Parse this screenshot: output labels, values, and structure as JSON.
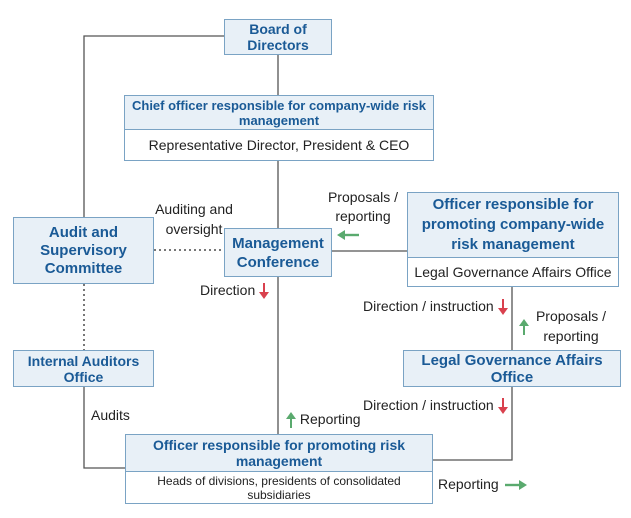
{
  "nodes": {
    "board": "Board of Directors",
    "chief_officer": "Chief officer responsible for company-wide risk management",
    "chief_officer_sub": "Representative Director, President & CEO",
    "audit_committee": "Audit and Supervisory Committee",
    "management_conference": "Management Conference",
    "promoting_officer": "Officer responsible for promoting company-wide risk management",
    "promoting_officer_sub": "Legal Governance Affairs Office",
    "internal_auditors": "Internal Auditors Office",
    "legal_office": "Legal Governance Affairs Office",
    "risk_officer": "Officer responsible for promoting risk management",
    "risk_officer_sub": "Heads of divisions, presidents of consolidated subsidiaries"
  },
  "labels": {
    "auditing_oversight": "Auditing and oversight",
    "proposals_reporting_1": "Proposals / reporting",
    "direction_1": "Direction",
    "direction_instruction_1": "Direction / instruction",
    "proposals_reporting_2": "Proposals / reporting",
    "audits": "Audits",
    "direction_instruction_2": "Direction / instruction",
    "reporting_1": "Reporting",
    "reporting_2": "Reporting"
  },
  "colors": {
    "box_fill": "#e8f0f7",
    "box_border": "#7aa3c4",
    "title_text": "#1a5a96",
    "line": "#555555",
    "arrow_down": "#d9414e",
    "arrow_up": "#5aaa6e"
  }
}
